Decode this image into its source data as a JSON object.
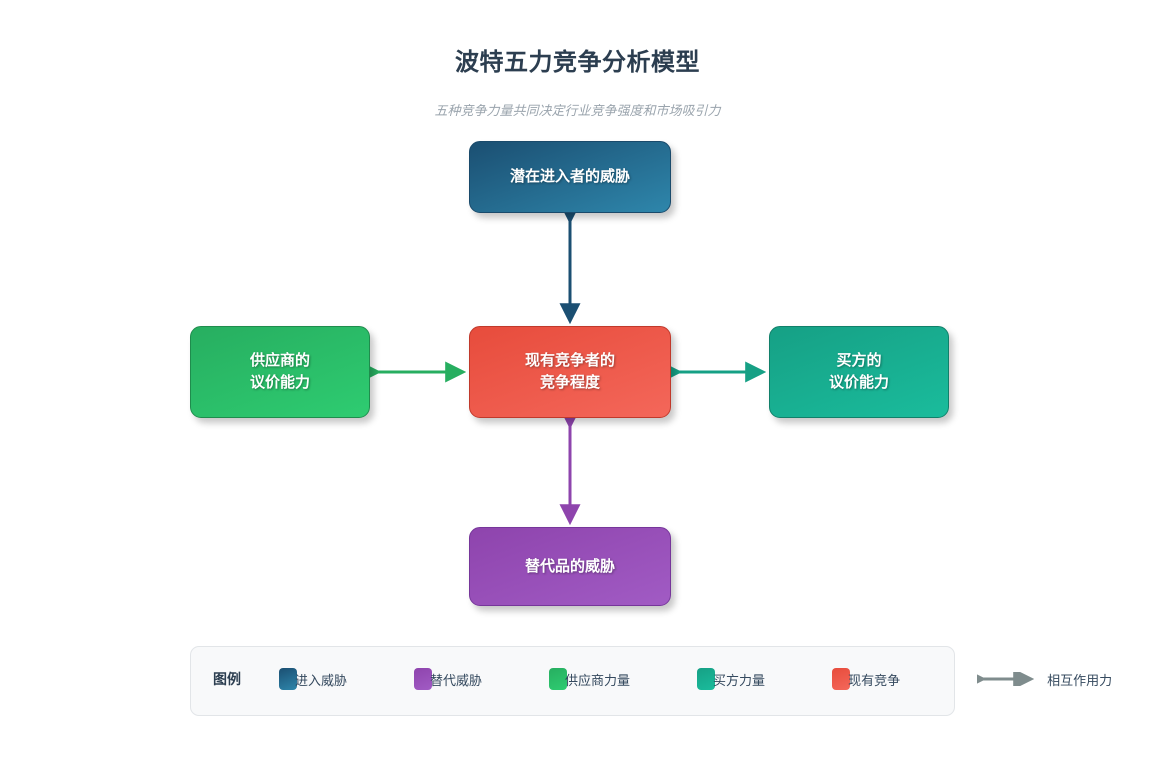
{
  "header": {
    "title": "波特五力竞争分析模型",
    "subtitle": "五种竞争力量共同决定行业竞争强度和市场吸引力"
  },
  "colors": {
    "title": "#2c3e50",
    "subtitle": "#9aa4ad",
    "entrants": "#2e86ab",
    "entrants_dark": "#1b4f72",
    "suppliers": "#2ecc71",
    "suppliers_dark": "#27ae60",
    "buyers": "#1abc9c",
    "buyers_dark": "#16a085",
    "rivalry": "#e74c3c",
    "rivalry_dark": "#c0392b",
    "substitutes": "#a15bc4",
    "substitutes_dark": "#8e44ad",
    "legend_arrow": "#7f8c8d",
    "legend_bg": "#f8f9fa"
  },
  "forces": {
    "entrants": {
      "label": "潜在进入者的威胁",
      "position": "top"
    },
    "suppliers": {
      "line1": "供应商的",
      "line2": "议价能力",
      "position": "left"
    },
    "rivalry": {
      "line1": "现有竞争者的",
      "line2": "竞争程度",
      "position": "center"
    },
    "buyers": {
      "line1": "买方的",
      "line2": "议价能力",
      "position": "right"
    },
    "substitutes": {
      "label": "替代品的威胁",
      "position": "bottom"
    }
  },
  "connectors": [
    {
      "name": "entrants-to-rivalry",
      "color": "#1b4f72",
      "orientation": "vertical"
    },
    {
      "name": "suppliers-to-rivalry",
      "color": "#27ae60",
      "orientation": "horizontal"
    },
    {
      "name": "rivalry-to-buyers",
      "color": "#16a085",
      "orientation": "horizontal"
    },
    {
      "name": "substitutes-to-rivalry",
      "color": "#8e44ad",
      "orientation": "vertical"
    }
  ],
  "legend": {
    "title": "图例",
    "items": [
      {
        "label": "进入威胁",
        "color": "#2e86ab"
      },
      {
        "label": "替代威胁",
        "color": "#a15bc4"
      },
      {
        "label": "供应商力量",
        "color": "#2ecc71"
      },
      {
        "label": "买方力量",
        "color": "#1abc9c"
      },
      {
        "label": "现有竞争",
        "color": "#e74c3c"
      }
    ],
    "arrow_item": {
      "label": "相互作用力",
      "color": "#7f8c8d",
      "icon": "double-arrow-icon"
    }
  }
}
